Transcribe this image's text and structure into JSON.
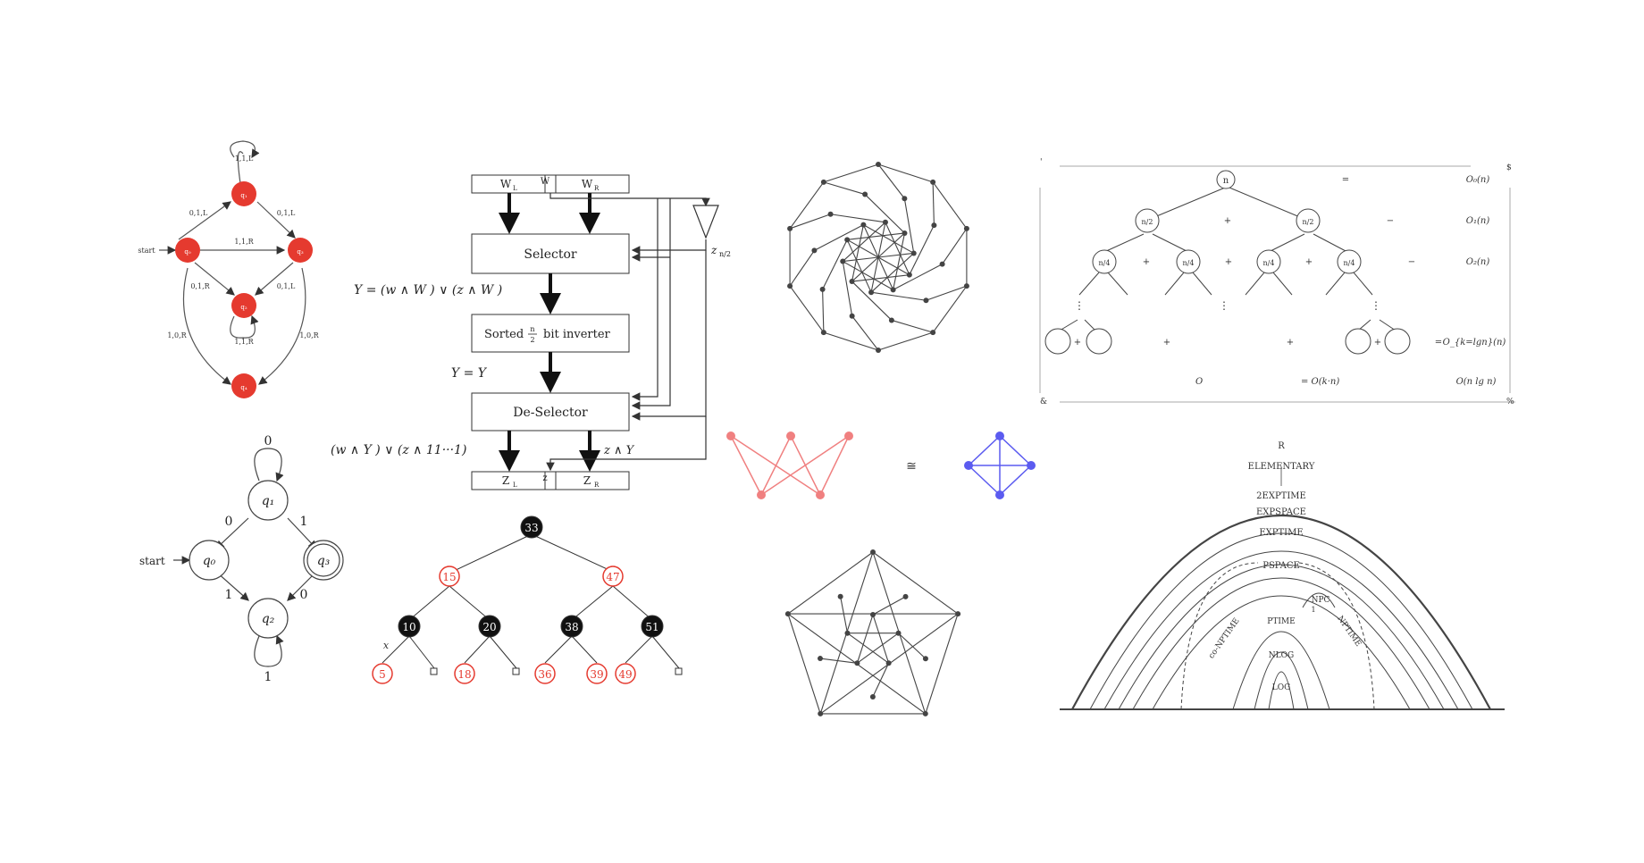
{
  "colors": {
    "red": "#e53a2f",
    "blue": "#5b5bf0",
    "pink": "#f08080",
    "ink": "#222222",
    "grey": "#555555"
  },
  "turing_machine": {
    "states": [
      "q₁",
      "q₀",
      "q₂",
      "q₃",
      "q₄"
    ],
    "edges": [
      "1,1,L",
      "0,1,L",
      "0,1,L",
      "1,1,R",
      "0,1,R",
      "0,1,L",
      "1,1,R",
      "1,0,R",
      "1,0,R"
    ],
    "start": "start"
  },
  "selector_circuit": {
    "w_left": "W",
    "w_left_sub": "L",
    "w_mid": "W",
    "w_right": "W",
    "w_right_sub": "R",
    "selector": "Selector",
    "eq1": "Y = (w  ∧ W ) ∨ (z  ∧ W )",
    "inverter": "Sorted",
    "inverter_tail": "bit inverter",
    "frac_n": "n",
    "frac_d": "2",
    "eq2": "Y  = Y",
    "deselector": "De-Selector",
    "eq3": "(w  ∧ Y ) ∨ (z  ∧ 11···1)",
    "eq4": "z  ∧ Y",
    "z_left": "Z",
    "z_left_sub": "L",
    "z_right": "Z",
    "z_right_sub": "R",
    "z_mid": "z",
    "feedback": "z",
    "feedback_sub": "n/2"
  },
  "dfa": {
    "states": [
      "q₁",
      "q₀",
      "q₃",
      "q₂"
    ],
    "labels": [
      "0",
      "0",
      "1",
      "1",
      "0",
      "1"
    ],
    "start": "start"
  },
  "rb_tree": {
    "nodes": [
      "33",
      "15",
      "47",
      "10",
      "20",
      "38",
      "51",
      "5",
      "18",
      "36",
      "39",
      "49"
    ],
    "x_label": "x"
  },
  "iso_symbol": "≅",
  "recursion_tree": {
    "root": "n",
    "eq": "=",
    "plus": "+",
    "minus": "−",
    "dots": "⋮",
    "rhs": [
      "O₀(n)",
      "O₁(n)",
      "O₂(n)",
      "O_{k=lgn}(n)",
      "O(n lg n)"
    ],
    "sum_left": "O",
    "corner_tl": "'",
    "corner_tr": "$",
    "corner_bl": "&",
    "corner_br": "%",
    "frac": "n/2",
    "frac4": "n/4",
    "bottom_eq": "= O(k·n)"
  },
  "complexity_hierarchy": {
    "classes": [
      "R",
      "ELEMENTARY",
      "2EXPTIME",
      "EXPSPACE",
      "EXPTIME",
      "PSPACE",
      "NPC",
      "co-NPTIME",
      "PTIME",
      "NPTIME",
      "NLOG",
      "LOG"
    ],
    "npc_num": "1",
    "dots": "⋮"
  }
}
